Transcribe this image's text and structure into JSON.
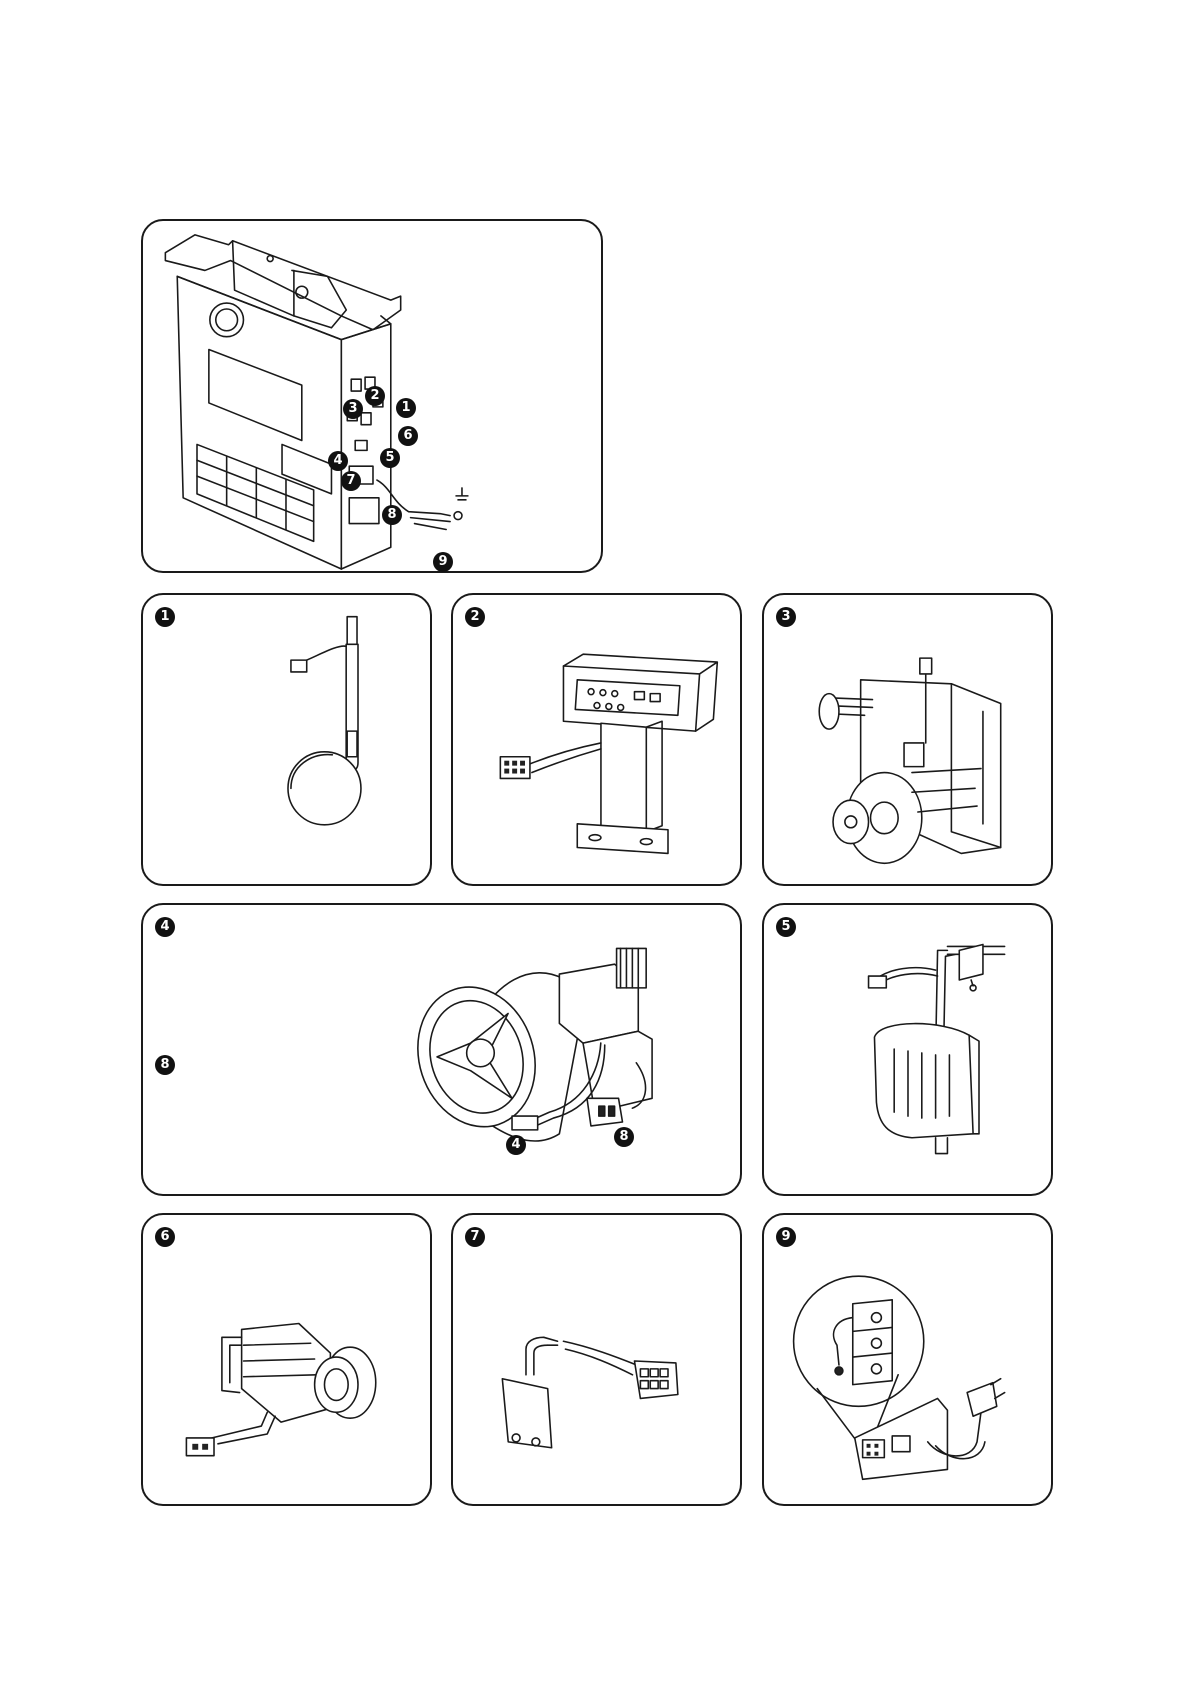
{
  "overview": {
    "callouts": [
      "1",
      "2",
      "3",
      "4",
      "5",
      "6",
      "7",
      "8",
      "9"
    ]
  },
  "panels": [
    {
      "id": "1",
      "label": "1",
      "icon": "knee-switch-icon"
    },
    {
      "id": "2",
      "label": "2",
      "icon": "operation-panel-icon"
    },
    {
      "id": "3",
      "label": "3",
      "icon": "sewing-head-icon"
    },
    {
      "id": "4",
      "label": "4",
      "label2": "8",
      "callout_a": "4",
      "callout_b": "8",
      "icon": "motor-icon"
    },
    {
      "id": "5",
      "label": "5",
      "icon": "pedal-sensor-icon"
    },
    {
      "id": "6",
      "label": "6",
      "icon": "synchronizer-icon"
    },
    {
      "id": "7",
      "label": "7",
      "icon": "solenoid-connector-icon"
    },
    {
      "id": "9",
      "label": "9",
      "icon": "power-plug-icon"
    }
  ],
  "colors": {
    "ink": "#1a1a1a",
    "badge": "#111111",
    "background": "#ffffff"
  }
}
